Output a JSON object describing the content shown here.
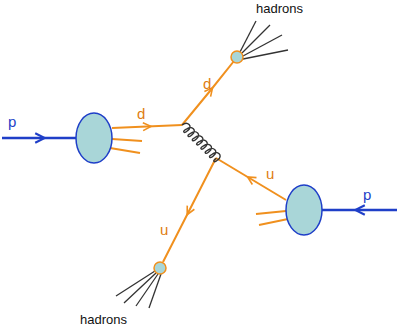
{
  "diagram": {
    "labels": [
      "hadrons",
      "d",
      "d",
      "p",
      "u",
      "p",
      "u",
      "hadrons"
    ]
  }
}
